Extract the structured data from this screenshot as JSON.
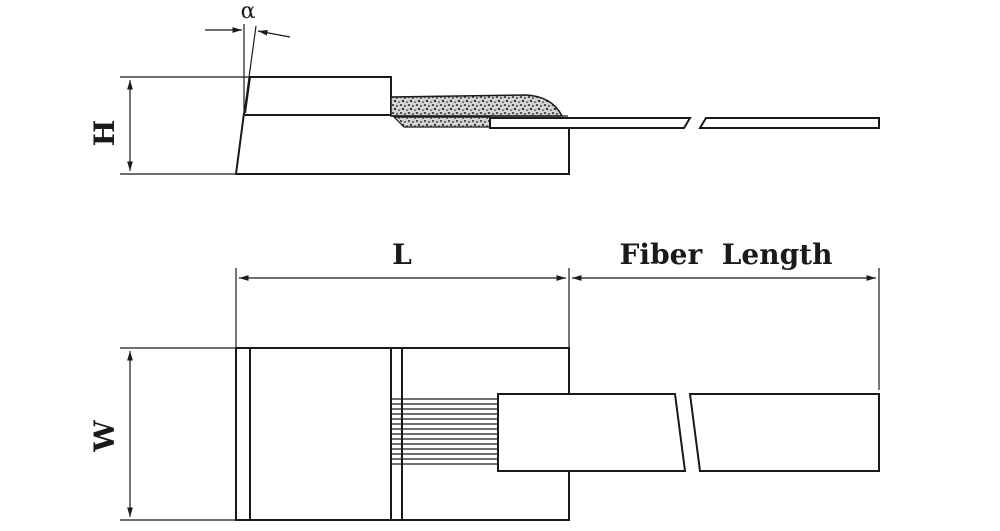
{
  "labels": {
    "angle": "α",
    "height": "H",
    "length": "L",
    "fiber_length": "Fiber  Length",
    "width": "W"
  },
  "colors": {
    "line": "#1a1a1a",
    "background": "#ffffff"
  }
}
